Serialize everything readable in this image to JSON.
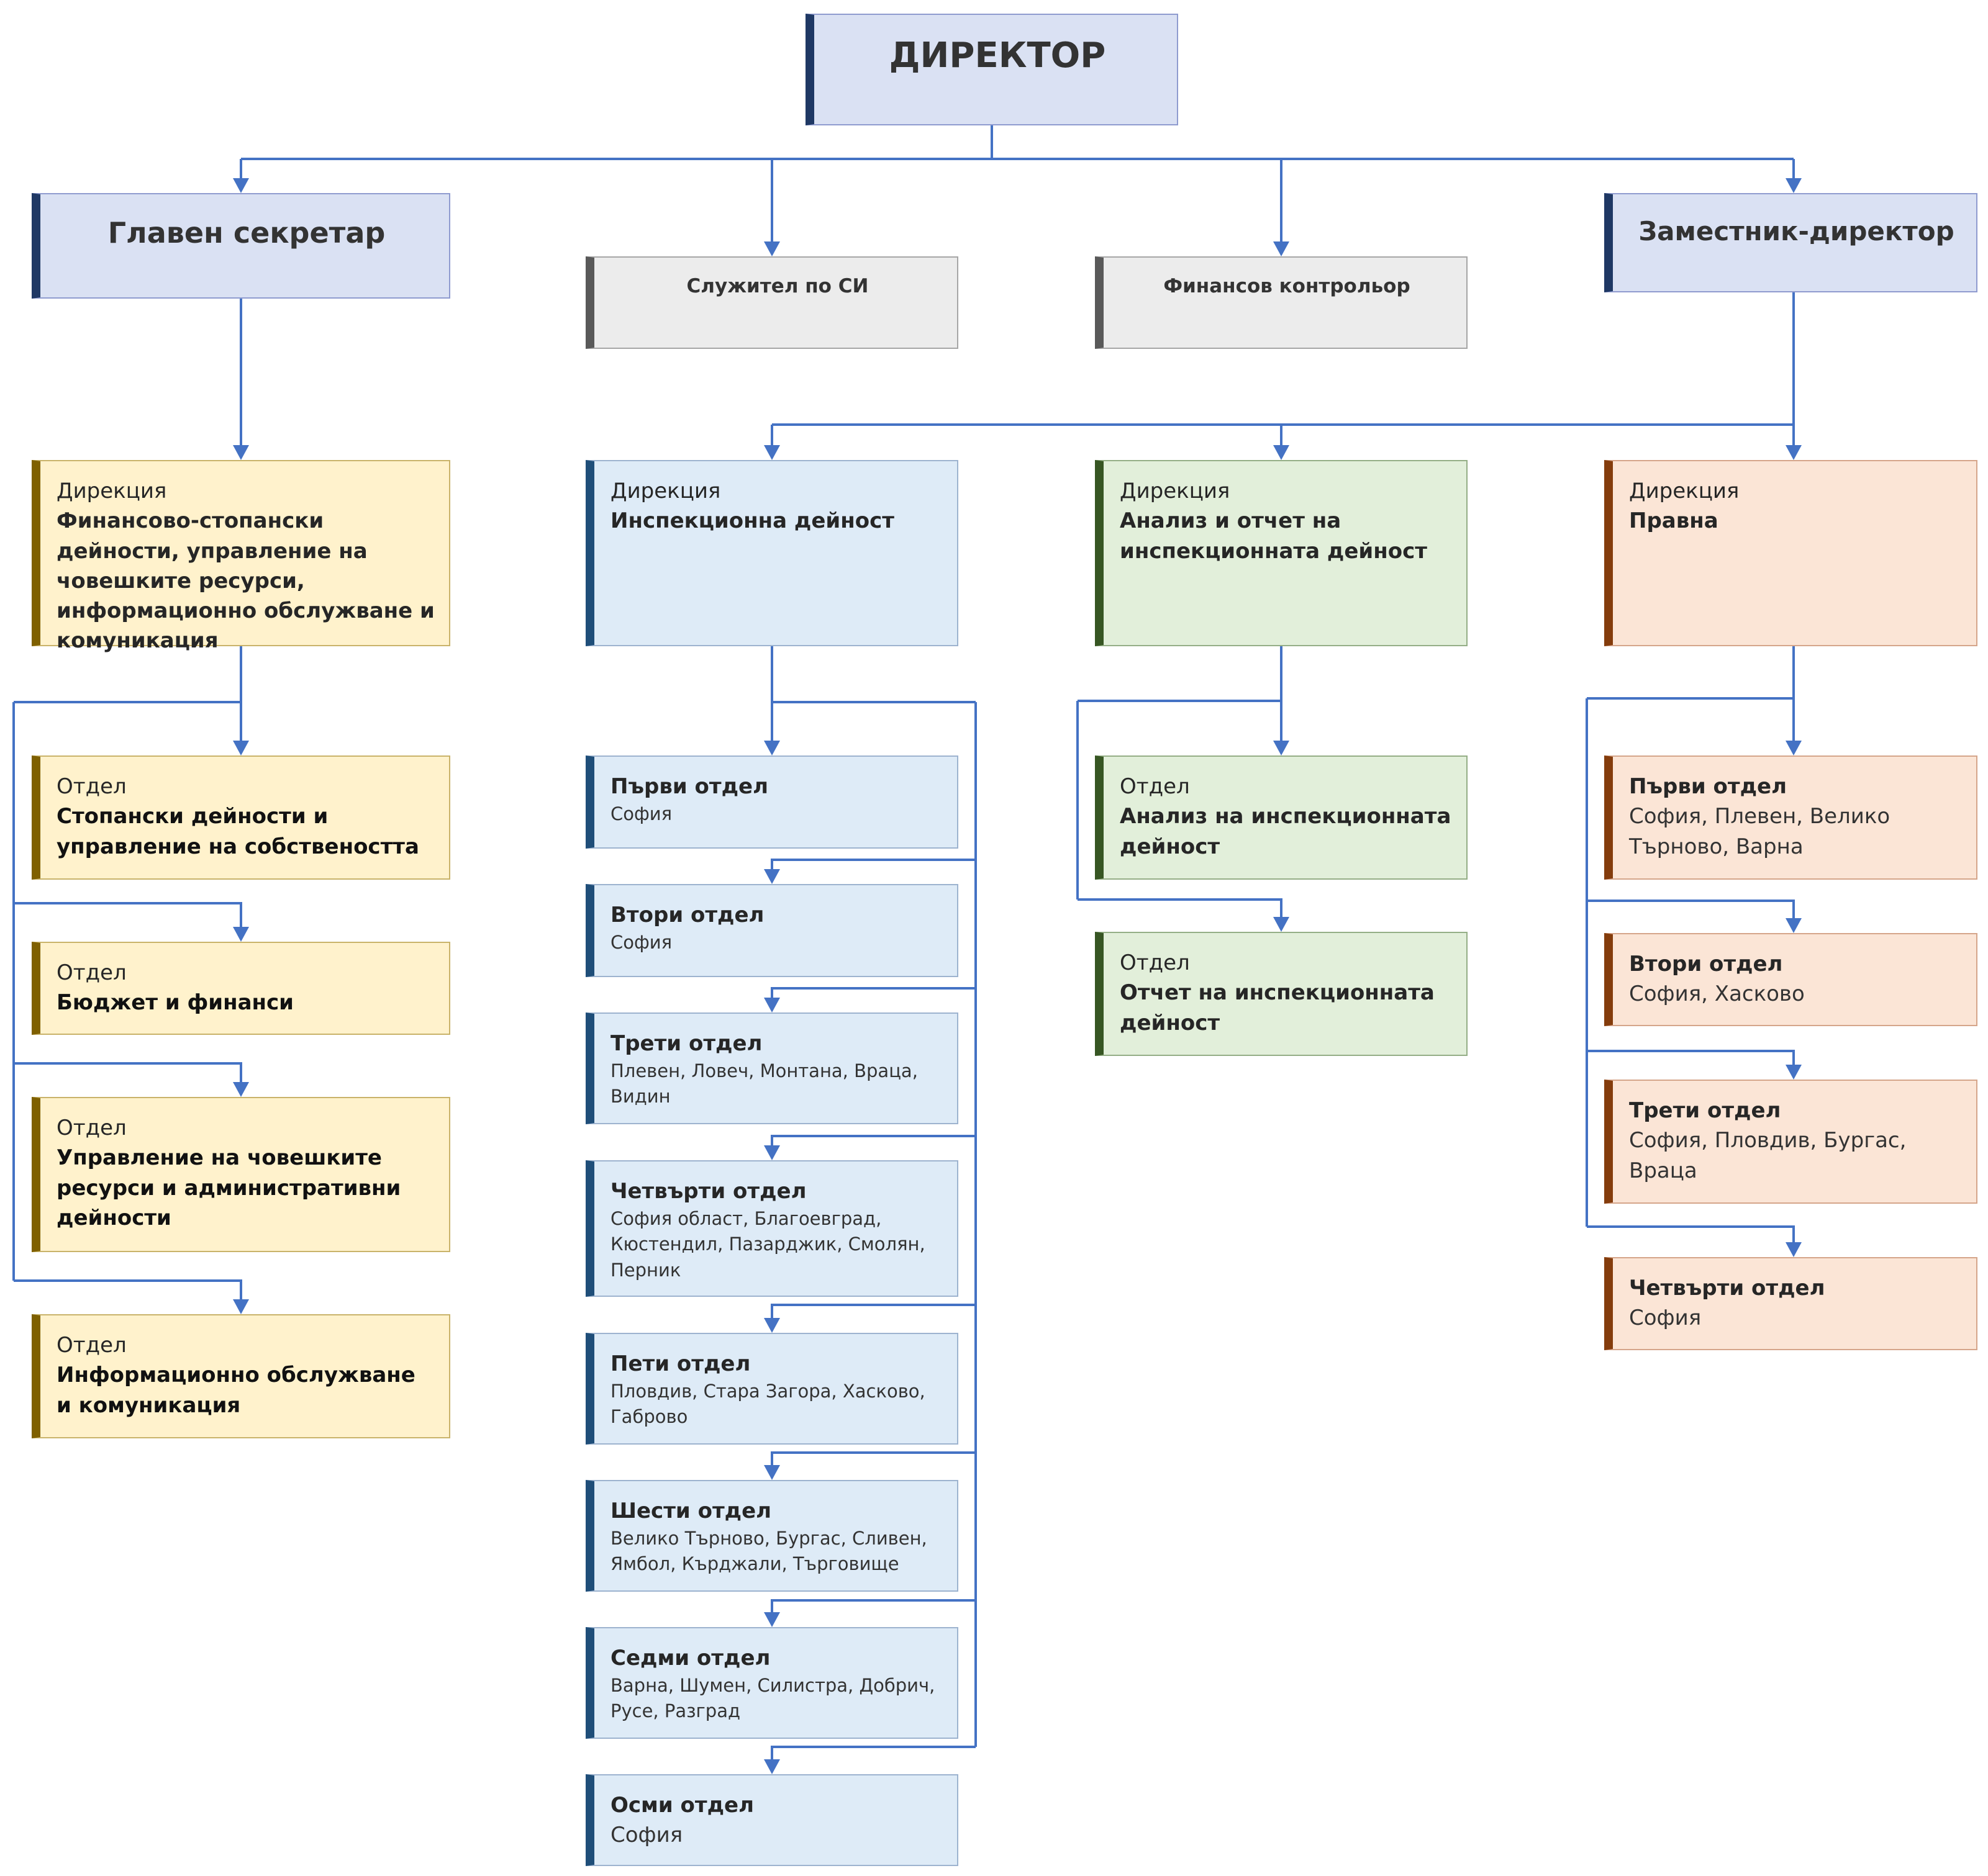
{
  "colors": {
    "connector": "#4472c4",
    "top_fill": "#dae1f3",
    "top_accent": "#1f3864",
    "staff_fill": "#ececec",
    "staff_accent": "#595959",
    "yellow_fill": "#fff2cc",
    "yellow_accent": "#7f6000",
    "blue_fill": "#deebf7",
    "blue_accent": "#1f4e79",
    "green_fill": "#e2efda",
    "green_accent": "#375623",
    "orange_fill": "#fbe5d6",
    "orange_accent": "#843c0c"
  },
  "director": {
    "label": "ДИРЕКТОР"
  },
  "chief_secretary": {
    "label": "Главен секретар"
  },
  "deputy_director": {
    "label": "Заместник-директор"
  },
  "staff": {
    "si_officer": "Служител по СИ",
    "financial_controller": "Финансов контрольор"
  },
  "directorates": {
    "finance": {
      "prefix": "Дирекция",
      "name": "Финансово-стопански дейности, управление на човешките ресурси, информационно обслужване и комуникация",
      "departments": [
        {
          "prefix": "Отдел",
          "name": "Стопански дейности и управление на собствеността"
        },
        {
          "prefix": "Отдел",
          "name": "Бюджет и финанси"
        },
        {
          "prefix": "Отдел",
          "name": "Управление на човешките ресурси и административни дейности"
        },
        {
          "prefix": "Отдел",
          "name": "Информационно обслужване и комуникация"
        }
      ]
    },
    "inspection": {
      "prefix": "Дирекция",
      "name": "Инспекционна дейност",
      "departments": [
        {
          "name": "Първи отдел",
          "regions": "София"
        },
        {
          "name": "Втори отдел",
          "regions": "София"
        },
        {
          "name": "Трети отдел",
          "regions": "Плевен, Ловеч, Монтана, Враца, Видин"
        },
        {
          "name": "Четвърти отдел",
          "regions": "София област, Благоевград, Кюстендил, Пазарджик, Смолян, Перник"
        },
        {
          "name": "Пети отдел",
          "regions": "Пловдив, Стара Загора, Хасково, Габрово"
        },
        {
          "name": "Шести отдел",
          "regions": "Велико Търново, Бургас, Сливен, Ямбол, Кърджали, Търговище"
        },
        {
          "name": "Седми отдел",
          "regions": "Варна, Шумен, Силистра, Добрич, Русе, Разград"
        },
        {
          "name": "Осми отдел",
          "regions": "София"
        }
      ]
    },
    "analysis": {
      "prefix": "Дирекция",
      "name": "Анализ и отчет на инспекционната дейност",
      "departments": [
        {
          "prefix": "Отдел",
          "name": "Анализ на инспекционната дейност"
        },
        {
          "prefix": "Отдел",
          "name": "Отчет на инспекционната дейност"
        }
      ]
    },
    "legal": {
      "prefix": "Дирекция",
      "name": "Правна",
      "departments": [
        {
          "name": "Първи отдел",
          "regions": "София, Плевен, Велико Търново, Варна"
        },
        {
          "name": "Втори отдел",
          "regions": "София, Хасково"
        },
        {
          "name": "Трети отдел",
          "regions": "София, Пловдив, Бургас, Враца"
        },
        {
          "name": "Четвърти отдел",
          "regions": "София"
        }
      ]
    }
  }
}
